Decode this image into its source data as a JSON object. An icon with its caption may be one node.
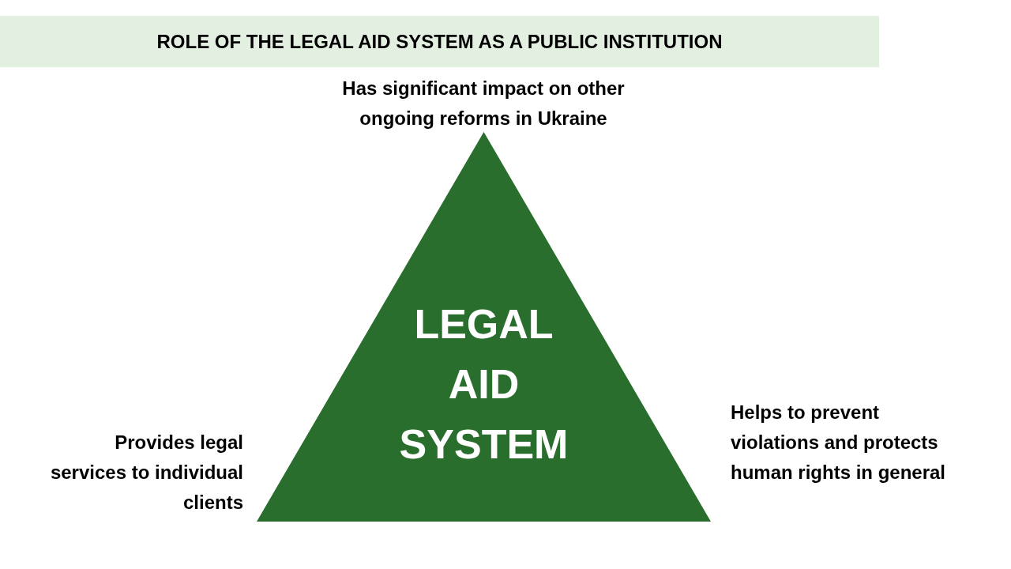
{
  "diagram": {
    "title": "ROLE OF THE LEGAL AID SYSTEM AS A PUBLIC INSTITUTION",
    "nodes": [
      {
        "text": [
          "LEGAL AID SYSTEM"
        ],
        "beside": [
          "Has significant impact on other ongoing reforms in Ukraine",
          "Provides legal services to individual clients",
          "Helps to prevent violations and protects human rights in general"
        ]
      }
    ]
  }
}
